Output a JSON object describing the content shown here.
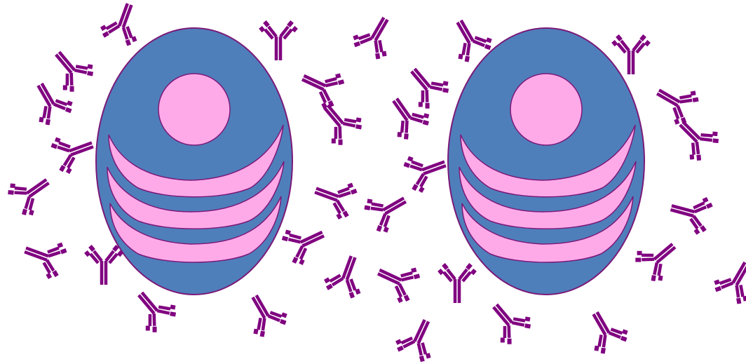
{
  "colors": {
    "background": "#ffffff",
    "cell_body": "#4f7fba",
    "cell_outline": "#7a1a7a",
    "nucleus_and_granules": "#ffaae8",
    "antibody": "#800080"
  },
  "cells": [
    {
      "name": "plasma-cell-left",
      "granule_bands": 3
    },
    {
      "name": "plasma-cell-right",
      "granule_bands": 3
    }
  ],
  "antibody_icon": "antibody-y-shape-icon"
}
